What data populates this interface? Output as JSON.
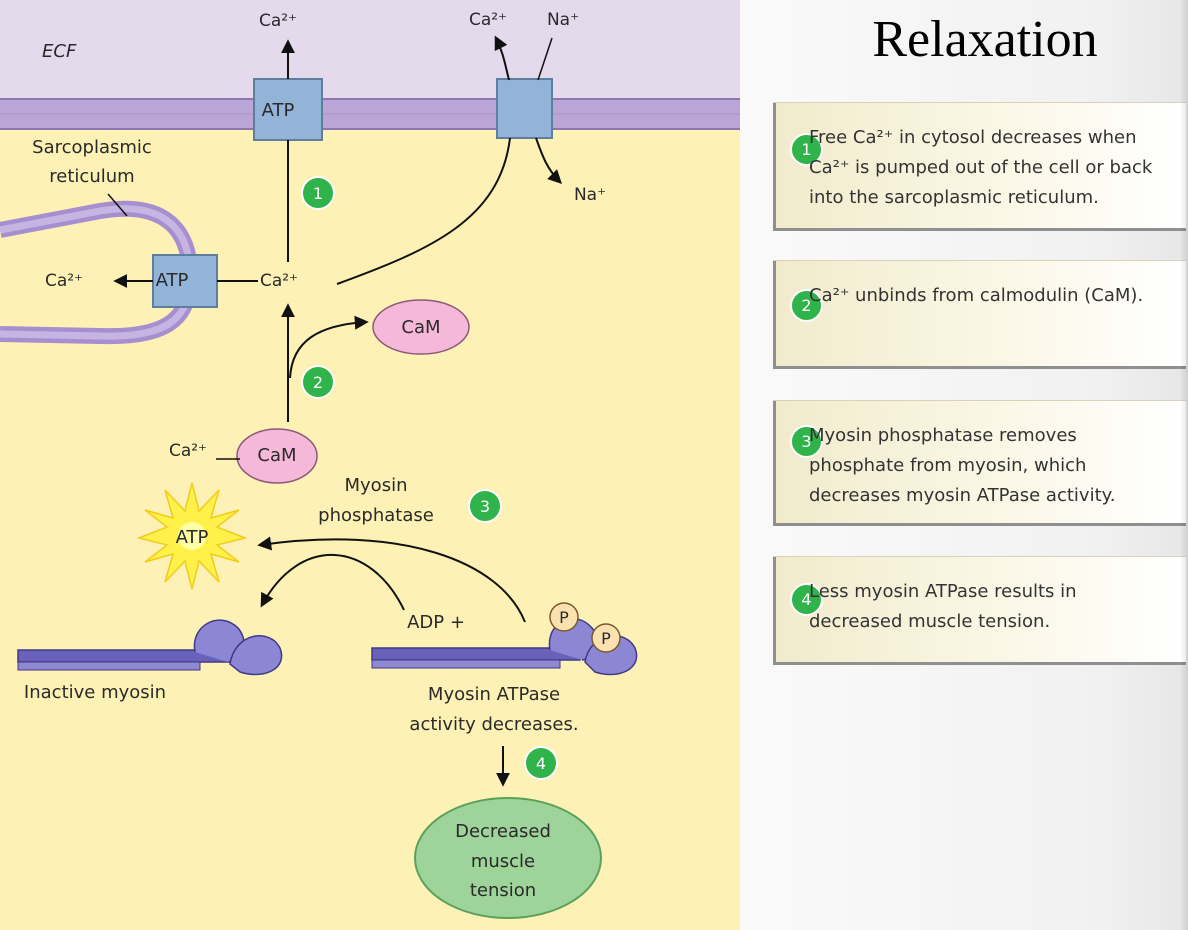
{
  "diagram": {
    "ecf_label": "ECF",
    "ca_top": "Ca²⁺",
    "ca_exchanger": "Ca²⁺",
    "na_top": "Na⁺",
    "na_inside": "Na⁺",
    "atp_pump_membrane": "ATP",
    "atp_pump_sr": "ATP",
    "ca_into_sr": "Ca²⁺",
    "ca_cytosol": "Ca²⁺",
    "sr_label_line1": "Sarcoplasmic",
    "sr_label_line2": "reticulum",
    "cam_free": "CaM",
    "cam_bound": "CaM",
    "ca_bound": "Ca²⁺",
    "phosphatase_line1": "Myosin",
    "phosphatase_line2": "phosphatase",
    "atp_burst": "ATP",
    "adp_label": "ADP +",
    "phosphate_1": "P",
    "phosphate_2": "P",
    "inactive_myosin": "Inactive myosin",
    "atpase_line1": "Myosin ATPase",
    "atpase_line2": "activity decreases.",
    "tension_line1": "Decreased",
    "tension_line2": "muscle",
    "tension_line3": "tension",
    "badge_1": "1",
    "badge_2": "2",
    "badge_3": "3",
    "badge_4": "4"
  },
  "panel": {
    "title": "Relaxation",
    "steps": [
      {
        "number": "1",
        "lines": [
          "Free Ca²⁺ in cytosol decreases when",
          "Ca²⁺ is pumped out of the cell or back",
          "into the sarcoplasmic reticulum."
        ]
      },
      {
        "number": "2",
        "lines": [
          "Ca²⁺ unbinds from calmodulin (CaM)."
        ]
      },
      {
        "number": "3",
        "lines": [
          "Myosin phosphatase removes",
          "phosphate from myosin, which",
          "decreases myosin ATPase activity."
        ]
      },
      {
        "number": "4",
        "lines": [
          "Less myosin ATPase results in",
          "decreased muscle tension."
        ]
      }
    ]
  },
  "colors": {
    "cytosol": "#fdf1b5",
    "ecf": "#e4daec",
    "membrane": "#b9a5d6",
    "pump": "#92b4d8",
    "cam": "#f5b8d8",
    "badge": "#2fb34a",
    "tension": "#9ed49a"
  }
}
